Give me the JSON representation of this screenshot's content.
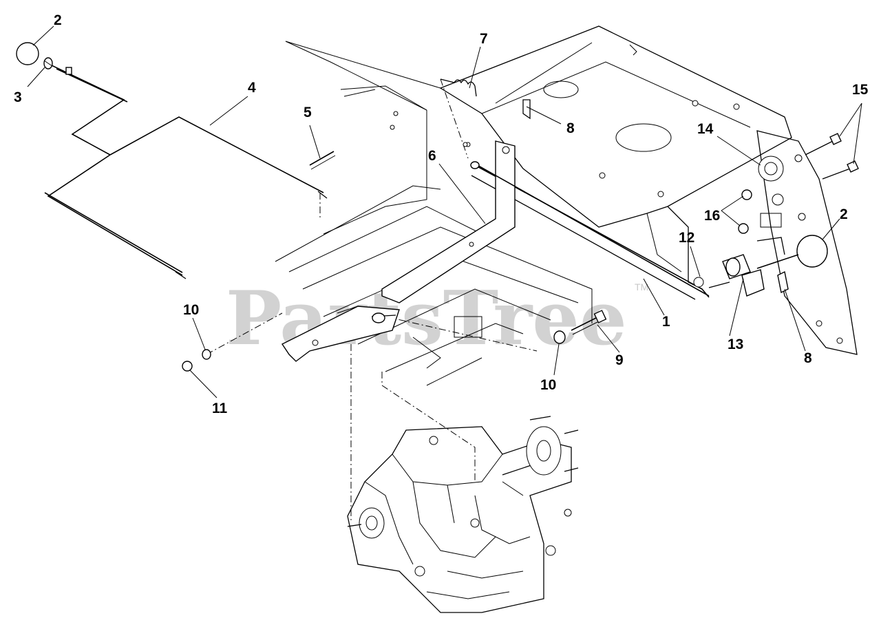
{
  "watermark": {
    "text": "PartsTree",
    "mark": "TM"
  },
  "callouts": [
    {
      "id": "c1",
      "label": "2"
    },
    {
      "id": "c2",
      "label": "3"
    },
    {
      "id": "c3",
      "label": "4"
    },
    {
      "id": "c4",
      "label": "5"
    },
    {
      "id": "c5",
      "label": "7"
    },
    {
      "id": "c6",
      "label": "8"
    },
    {
      "id": "c7",
      "label": "6"
    },
    {
      "id": "c8",
      "label": "14"
    },
    {
      "id": "c9",
      "label": "15"
    },
    {
      "id": "c10",
      "label": "16"
    },
    {
      "id": "c11",
      "label": "2"
    },
    {
      "id": "c12",
      "label": "12"
    },
    {
      "id": "c13",
      "label": "1"
    },
    {
      "id": "c14",
      "label": "13"
    },
    {
      "id": "c15",
      "label": "8"
    },
    {
      "id": "c16",
      "label": "10"
    },
    {
      "id": "c17",
      "label": "11"
    },
    {
      "id": "c18",
      "label": "9"
    },
    {
      "id": "c19",
      "label": "10"
    }
  ]
}
